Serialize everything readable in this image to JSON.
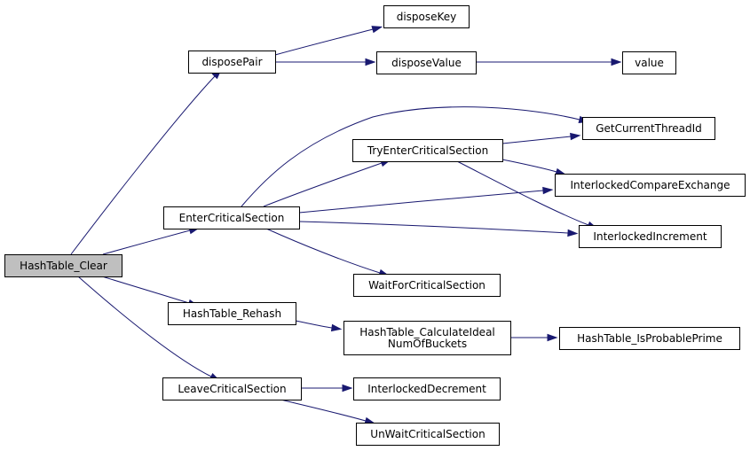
{
  "graph": {
    "root": "HashTable_Clear",
    "nodes": [
      {
        "id": "HashTable_Clear",
        "lines": [
          "HashTable_Clear"
        ]
      },
      {
        "id": "disposePair",
        "lines": [
          "disposePair"
        ]
      },
      {
        "id": "disposeKey",
        "lines": [
          "disposeKey"
        ]
      },
      {
        "id": "disposeValue",
        "lines": [
          "disposeValue"
        ]
      },
      {
        "id": "value",
        "lines": [
          "value"
        ]
      },
      {
        "id": "EnterCriticalSection",
        "lines": [
          "EnterCriticalSection"
        ]
      },
      {
        "id": "TryEnterCriticalSection",
        "lines": [
          "TryEnterCriticalSection"
        ]
      },
      {
        "id": "GetCurrentThreadId",
        "lines": [
          "GetCurrentThreadId"
        ]
      },
      {
        "id": "InterlockedCompareExchange",
        "lines": [
          "InterlockedCompareExchange"
        ]
      },
      {
        "id": "InterlockedIncrement",
        "lines": [
          "InterlockedIncrement"
        ]
      },
      {
        "id": "WaitForCriticalSection",
        "lines": [
          "WaitForCriticalSection"
        ]
      },
      {
        "id": "HashTable_Rehash",
        "lines": [
          "HashTable_Rehash"
        ]
      },
      {
        "id": "HashTable_CalculateIdealNumOfBuckets",
        "lines": [
          "HashTable_CalculateIdeal",
          "NumOfBuckets"
        ]
      },
      {
        "id": "HashTable_IsProbablePrime",
        "lines": [
          "HashTable_IsProbablePrime"
        ]
      },
      {
        "id": "LeaveCriticalSection",
        "lines": [
          "LeaveCriticalSection"
        ]
      },
      {
        "id": "InterlockedDecrement",
        "lines": [
          "InterlockedDecrement"
        ]
      },
      {
        "id": "UnWaitCriticalSection",
        "lines": [
          "UnWaitCriticalSection"
        ]
      }
    ],
    "edges": [
      [
        "HashTable_Clear",
        "disposePair"
      ],
      [
        "HashTable_Clear",
        "EnterCriticalSection"
      ],
      [
        "HashTable_Clear",
        "HashTable_Rehash"
      ],
      [
        "HashTable_Clear",
        "LeaveCriticalSection"
      ],
      [
        "disposePair",
        "disposeKey"
      ],
      [
        "disposePair",
        "disposeValue"
      ],
      [
        "disposeValue",
        "value"
      ],
      [
        "EnterCriticalSection",
        "GetCurrentThreadId"
      ],
      [
        "EnterCriticalSection",
        "TryEnterCriticalSection"
      ],
      [
        "EnterCriticalSection",
        "InterlockedCompareExchange"
      ],
      [
        "EnterCriticalSection",
        "InterlockedIncrement"
      ],
      [
        "EnterCriticalSection",
        "WaitForCriticalSection"
      ],
      [
        "TryEnterCriticalSection",
        "GetCurrentThreadId"
      ],
      [
        "TryEnterCriticalSection",
        "InterlockedCompareExchange"
      ],
      [
        "TryEnterCriticalSection",
        "InterlockedIncrement"
      ],
      [
        "HashTable_Rehash",
        "HashTable_CalculateIdealNumOfBuckets"
      ],
      [
        "HashTable_CalculateIdealNumOfBuckets",
        "HashTable_IsProbablePrime"
      ],
      [
        "LeaveCriticalSection",
        "InterlockedDecrement"
      ],
      [
        "LeaveCriticalSection",
        "UnWaitCriticalSection"
      ]
    ],
    "colors": {
      "edge": "#191970",
      "root_fill": "#bfbfbf",
      "node_fill": "#ffffff",
      "node_border": "#000000"
    }
  }
}
